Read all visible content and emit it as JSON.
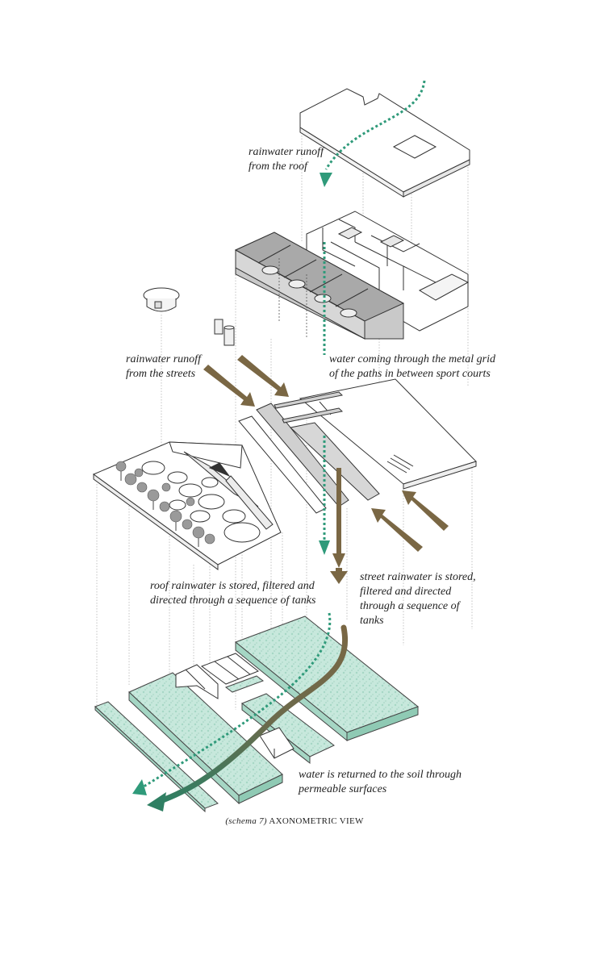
{
  "annotations": {
    "roof_runoff": "rainwater runoff\nfrom the roof",
    "street_runoff": "rainwater runoff\nfrom the streets",
    "metal_grid": "water coming through the metal grid\nof the paths in between sport courts",
    "roof_storage": "roof rainwater is stored, filtered and\ndirected through a sequence of tanks",
    "street_storage": "street rainwater is stored,\nfiltered and directed\nthrough a sequence of\ntanks",
    "soil_return": "water is returned to the soil through\npermeable surfaces"
  },
  "caption": {
    "prefix": "(schema 7)",
    "title": "AXONOMETRIC VIEW"
  },
  "colors": {
    "roof_water_arrow": "#2f9a7a",
    "street_water_arrow": "#7a6744",
    "tank_fill": "#bfe3d6",
    "wall_gray": "#a9a9a9",
    "line": "#333333",
    "guide_line": "#b0b0b0"
  }
}
